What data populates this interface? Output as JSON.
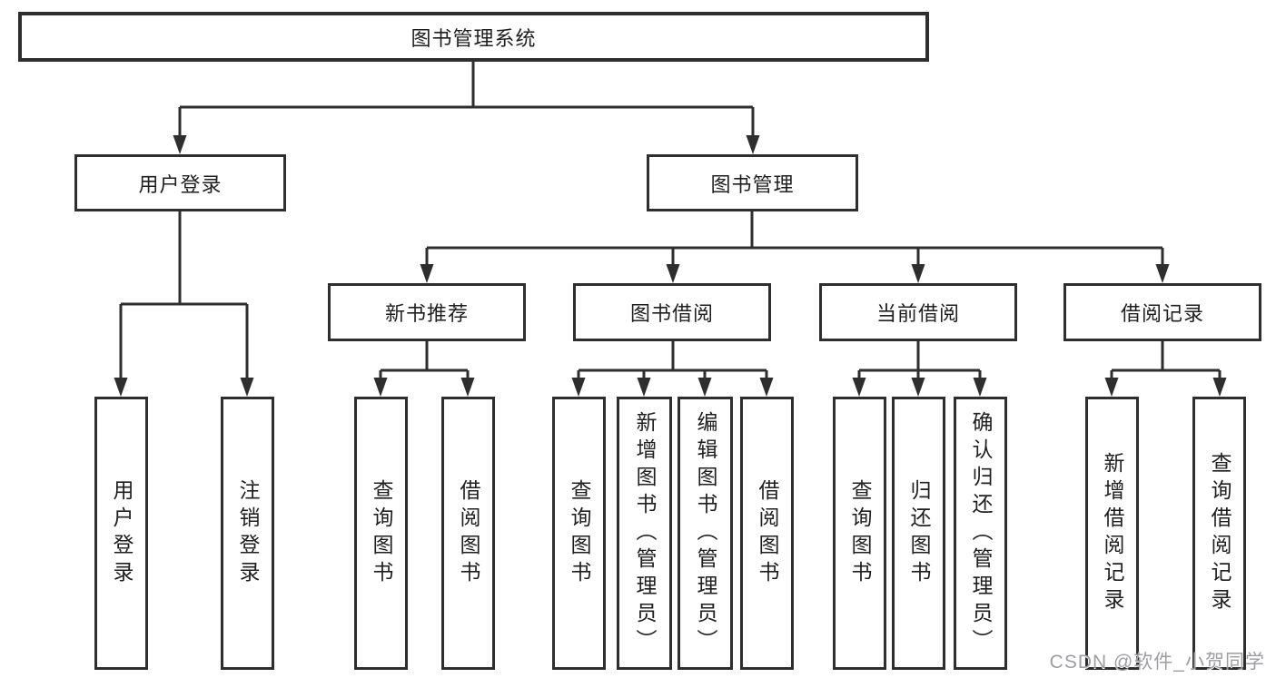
{
  "tree": {
    "label": "图书管理系统",
    "children": [
      {
        "label": "用户登录",
        "children": [
          {
            "label": "用户登录"
          },
          {
            "label": "注销登录"
          }
        ]
      },
      {
        "label": "图书管理",
        "children": [
          {
            "label": "新书推荐",
            "children": [
              {
                "label": "查询图书"
              },
              {
                "label": "借阅图书"
              }
            ]
          },
          {
            "label": "图书借阅",
            "children": [
              {
                "label": "查询图书"
              },
              {
                "label": "新增图书（管理员）"
              },
              {
                "label": "编辑图书（管理员）"
              },
              {
                "label": "借阅图书"
              }
            ]
          },
          {
            "label": "当前借阅",
            "children": [
              {
                "label": "查询图书"
              },
              {
                "label": "归还图书"
              },
              {
                "label": "确认归还（管理员）"
              }
            ]
          },
          {
            "label": "借阅记录",
            "children": [
              {
                "label": "新增借阅记录"
              },
              {
                "label": "查询借阅记录"
              }
            ]
          }
        ]
      }
    ]
  },
  "watermark": "CSDN @软件_小贺同学",
  "colors": {
    "line": "#2e2e2e",
    "background": "#ffffff",
    "watermark": "#9e9ea2"
  }
}
